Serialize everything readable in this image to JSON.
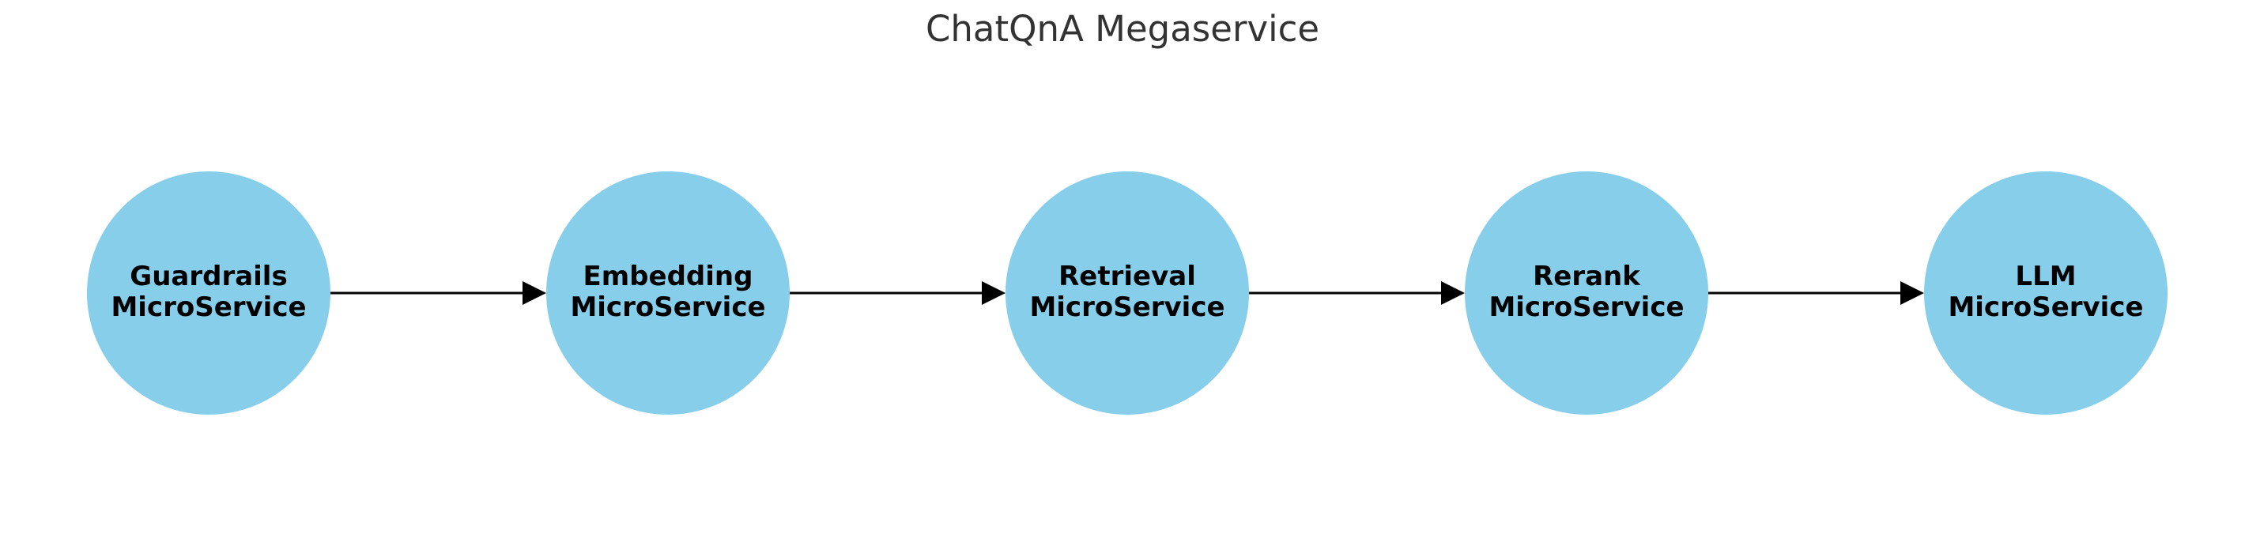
{
  "title": "ChatQnA Megaservice",
  "colors": {
    "node_fill": "#87CEEB",
    "edge": "#000000",
    "label": "#000000",
    "title": "#333333",
    "background": "#FFFFFF"
  },
  "nodes": [
    {
      "id": "guardrails",
      "line1": "Guardrails",
      "line2": "MicroService"
    },
    {
      "id": "embedding",
      "line1": "Embedding",
      "line2": "MicroService"
    },
    {
      "id": "retrieval",
      "line1": "Retrieval",
      "line2": "MicroService"
    },
    {
      "id": "rerank",
      "line1": "Rerank",
      "line2": "MicroService"
    },
    {
      "id": "llm",
      "line1": "LLM",
      "line2": "MicroService"
    }
  ],
  "edges": [
    {
      "from": "guardrails",
      "to": "embedding"
    },
    {
      "from": "embedding",
      "to": "retrieval"
    },
    {
      "from": "retrieval",
      "to": "rerank"
    },
    {
      "from": "rerank",
      "to": "llm"
    }
  ]
}
